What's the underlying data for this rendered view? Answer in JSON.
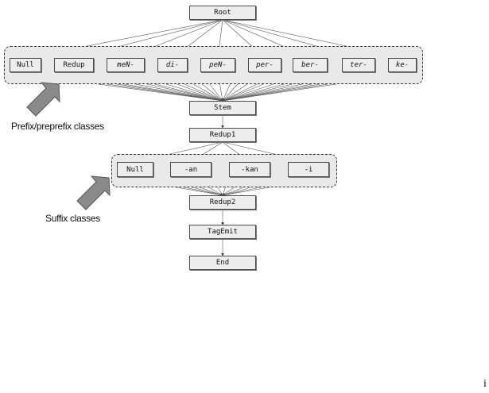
{
  "diagram": {
    "root": "Root",
    "prefix_classes": [
      "Null",
      "Redup",
      "meN-",
      "di-",
      "peN-",
      "per-",
      "ber-",
      "ter-",
      "ke-"
    ],
    "stem": "Stem",
    "redup1": "Redup1",
    "suffix_classes": [
      "Null",
      "-an",
      "-kan",
      "-i"
    ],
    "redup2": "Redup2",
    "tagemit": "TagEmit",
    "end": "End",
    "prefix_caption": "Prefix/preprefix classes",
    "suffix_caption": "Suffix classes",
    "page_mark": "i"
  },
  "colors": {
    "node_fill": "#ededed",
    "frame_fill": "#e9e9e9",
    "line": "#555555",
    "pointer_fill": "#8a8a8a"
  },
  "icons": [
    "gray-block-arrow-icon",
    "gray-block-arrow-icon"
  ]
}
